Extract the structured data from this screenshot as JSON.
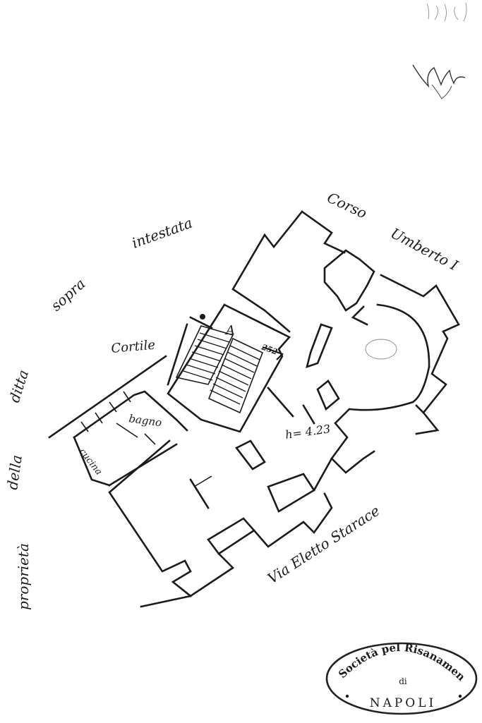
{
  "labels": {
    "street_top_1": "Corso",
    "street_top_2": "Umberto I",
    "street_bottom": "Via Eletto Starace",
    "owner_1": "intestata",
    "owner_2": "sopra",
    "owner_3": "ditta",
    "owner_4": "della",
    "owner_5": "proprietà",
    "courtyard": "Cortile",
    "stair_letter": "A",
    "stair_number": "252",
    "bathroom": "bagno",
    "kitchen": "cucina",
    "height": "h= 4.23"
  },
  "stamp": {
    "line_1": "Società pel Risanamento",
    "line_2": "di",
    "line_3": "NAPOLI"
  },
  "colors": {
    "ink": "#1b1b1b",
    "paper": "#ffffff",
    "faint": "#8c8c8c"
  }
}
